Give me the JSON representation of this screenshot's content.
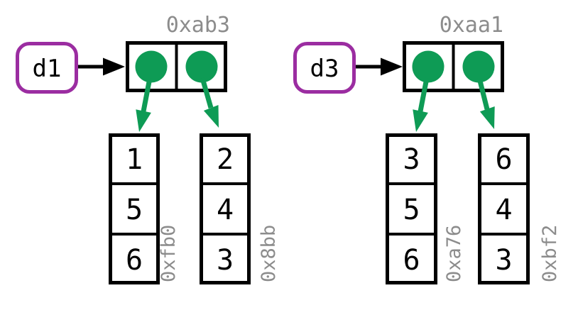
{
  "figure": {
    "background": "#ffffff",
    "colors": {
      "variable_border_purple": "#9B2DA1",
      "pointer_green": "#0E9B55",
      "address_gray": "#8C8C8C",
      "line_black": "#000000"
    },
    "groups": [
      {
        "variable": "d1",
        "dict_address": "0xab3",
        "lists": [
          {
            "address": "0xfb0",
            "values": [
              "1",
              "5",
              "6"
            ]
          },
          {
            "address": "0x8bb",
            "values": [
              "2",
              "4",
              "3"
            ]
          }
        ]
      },
      {
        "variable": "d3",
        "dict_address": "0xaa1",
        "lists": [
          {
            "address": "0xa76",
            "values": [
              "3",
              "5",
              "6"
            ]
          },
          {
            "address": "0xbf2",
            "values": [
              "6",
              "4",
              "3"
            ]
          }
        ]
      }
    ]
  }
}
